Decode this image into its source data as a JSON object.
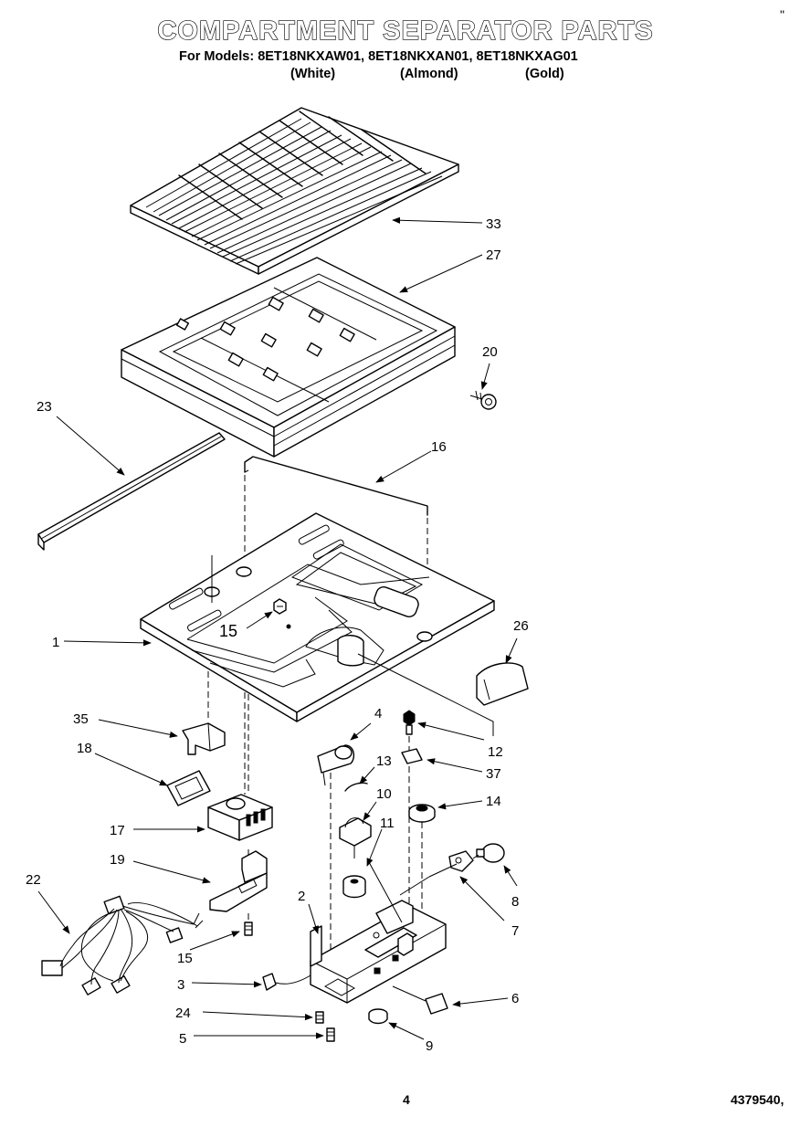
{
  "header": {
    "title": "COMPARTMENT SEPARATOR PARTS",
    "models_line": "For Models: 8ET18NKXAW01, 8ET18NKXAN01, 8ET18NKXAG01",
    "variants": [
      "(White)",
      "(Almond)",
      "(Gold)"
    ],
    "corner_mark": "\""
  },
  "footer": {
    "page_number": "4",
    "document_number": "4379540,"
  },
  "callouts": {
    "c33": "33",
    "c27": "27",
    "c20": "20",
    "c23": "23",
    "c16": "16",
    "c1": "1",
    "c15a": "15",
    "c26": "26",
    "c35": "35",
    "c4": "4",
    "c12": "12",
    "c18": "18",
    "c13": "13",
    "c37": "37",
    "c10": "10",
    "c14": "14",
    "c17": "17",
    "c11": "11",
    "c19": "19",
    "c8": "8",
    "c22": "22",
    "c2": "2",
    "c7": "7",
    "c15b": "15",
    "c3": "3",
    "c6": "6",
    "c24": "24",
    "c5": "5",
    "c9": "9"
  }
}
